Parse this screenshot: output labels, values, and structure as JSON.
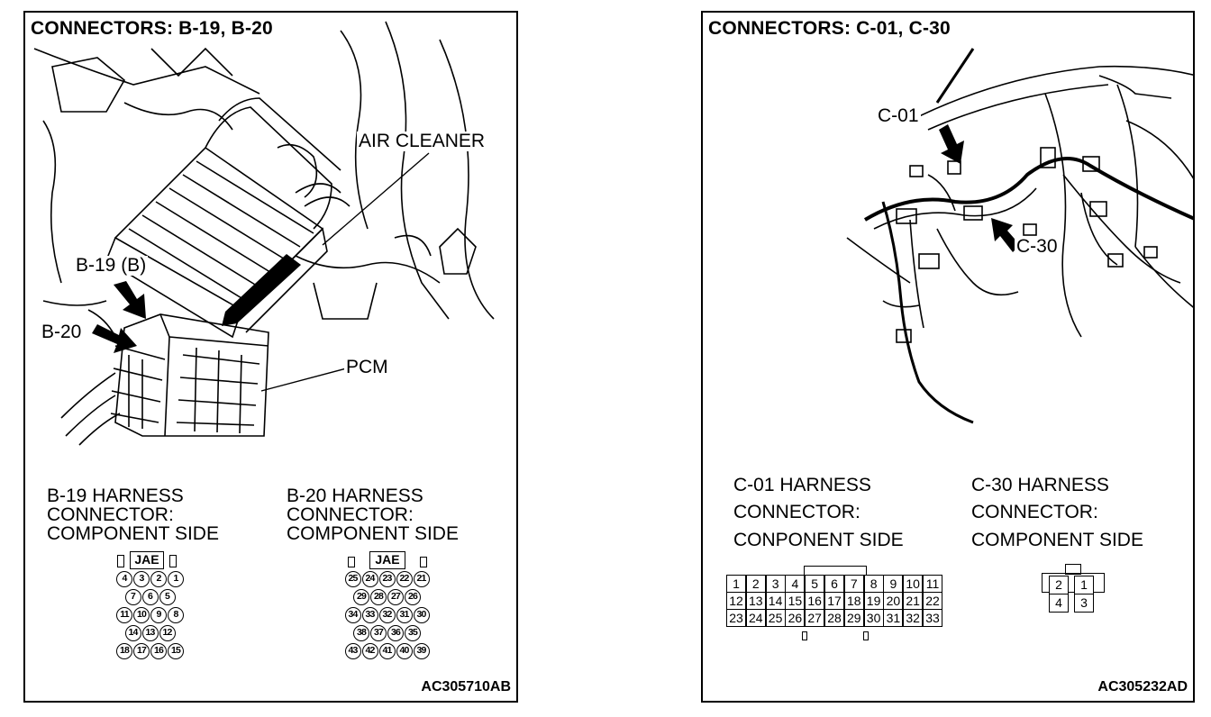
{
  "left_panel": {
    "title": "CONNECTORS: B-19, B-20",
    "figure_code": "AC305710AB",
    "labels": {
      "air_cleaner": "AIR CLEANER",
      "b19": "B-19 (B)",
      "b20": "B-20",
      "pcm": "PCM"
    },
    "b19_caption": [
      "B-19 HARNESS",
      "CONNECTOR:",
      "COMPONENT SIDE"
    ],
    "b20_caption": [
      "B-20 HARNESS",
      "CONNECTOR:",
      "COMPONENT SIDE"
    ],
    "b19_connector": {
      "maker": "JAE",
      "rows": [
        [
          "4",
          "3",
          "2",
          "1"
        ],
        [
          "7",
          "6",
          "5"
        ],
        [
          "11",
          "10",
          "9",
          "8"
        ],
        [
          "14",
          "13",
          "12"
        ],
        [
          "18",
          "17",
          "16",
          "15"
        ]
      ]
    },
    "b20_connector": {
      "maker": "JAE",
      "rows": [
        [
          "25",
          "24",
          "23",
          "22",
          "21"
        ],
        [
          "29",
          "28",
          "27",
          "26"
        ],
        [
          "34",
          "33",
          "32",
          "31",
          "30"
        ],
        [
          "38",
          "37",
          "36",
          "35"
        ],
        [
          "43",
          "42",
          "41",
          "40",
          "39"
        ]
      ]
    }
  },
  "right_panel": {
    "title": "CONNECTORS: C-01, C-30",
    "figure_code": "AC305232AD",
    "labels": {
      "c01": "C-01",
      "c30": "C-30"
    },
    "c01_caption": [
      "C-01 HARNESS",
      "CONNECTOR:",
      "CONPONENT SIDE"
    ],
    "c30_caption": [
      "C-30 HARNESS",
      "CONNECTOR:",
      "COMPONENT SIDE"
    ],
    "c01_connector": {
      "rows": [
        [
          "1",
          "2",
          "3",
          "4",
          "5",
          "6",
          "7",
          "8",
          "9",
          "10",
          "11"
        ],
        [
          "12",
          "13",
          "14",
          "15",
          "16",
          "17",
          "18",
          "19",
          "20",
          "21",
          "22"
        ],
        [
          "23",
          "24",
          "25",
          "26",
          "27",
          "28",
          "29",
          "30",
          "31",
          "32",
          "33"
        ]
      ]
    },
    "c30_connector": {
      "rows": [
        [
          "2",
          "1"
        ],
        [
          "4",
          "3"
        ]
      ]
    }
  }
}
